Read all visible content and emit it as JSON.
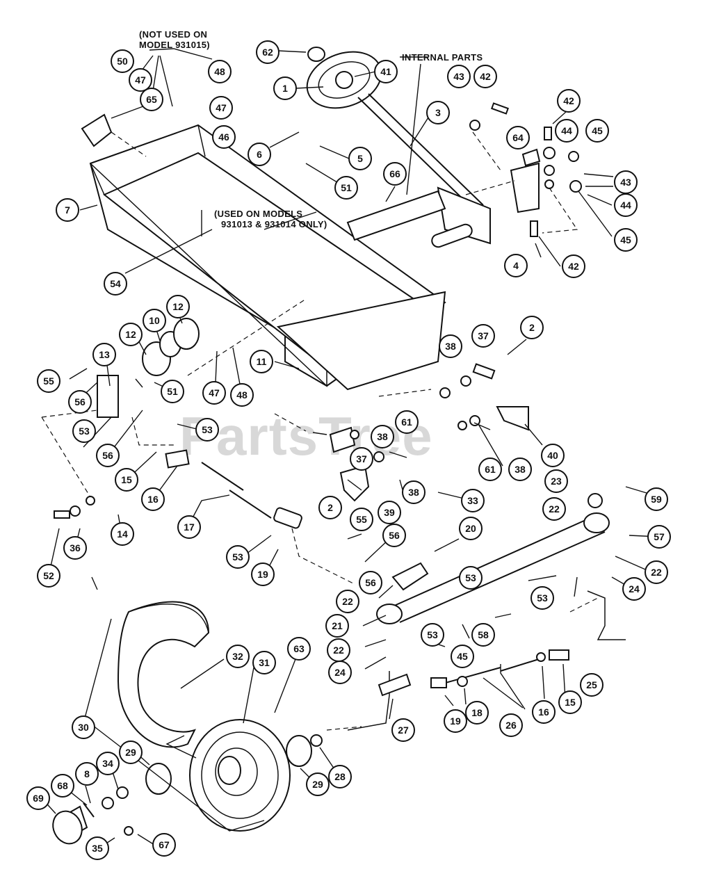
{
  "watermark": "PartsTree",
  "notes": {
    "not_used_line1": "(NOT USED ON",
    "not_used_line2": "MODEL 931015)",
    "internal_parts": "INTERNAL PARTS",
    "used_on_line1": "(USED ON MODELS",
    "used_on_line2": "931013 & 931014  ONLY)"
  },
  "callouts": [
    "1",
    "2",
    "3",
    "4",
    "5",
    "6",
    "7",
    "8",
    "10",
    "11",
    "12",
    "13",
    "14",
    "15",
    "16",
    "17",
    "18",
    "19",
    "20",
    "21",
    "22",
    "23",
    "24",
    "25",
    "26",
    "27",
    "28",
    "29",
    "30",
    "31",
    "32",
    "33",
    "34",
    "35",
    "36",
    "37",
    "38",
    "39",
    "40",
    "41",
    "42",
    "43",
    "44",
    "45",
    "46",
    "47",
    "48",
    "50",
    "51",
    "52",
    "53",
    "54",
    "55",
    "56",
    "57",
    "58",
    "59",
    "61",
    "62",
    "63",
    "64",
    "65",
    "66",
    "67",
    "68",
    "69"
  ]
}
